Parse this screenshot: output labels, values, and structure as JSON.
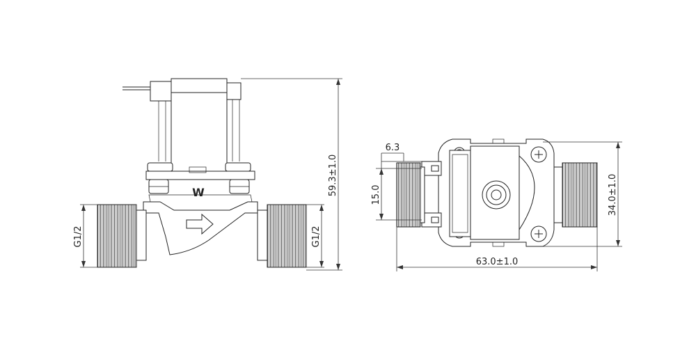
{
  "side_view": {
    "inlet_thread_label": "G1/2",
    "outlet_thread_label": "G1/2",
    "height_dimension": "59.3±1.0",
    "body_marking": "W"
  },
  "front_view": {
    "terminal_width_dimension": "6.3",
    "terminal_spacing_dimension": "15.0",
    "overall_length_dimension": "63.0±1.0",
    "pipe_height_dimension": "34.0±1.0"
  }
}
